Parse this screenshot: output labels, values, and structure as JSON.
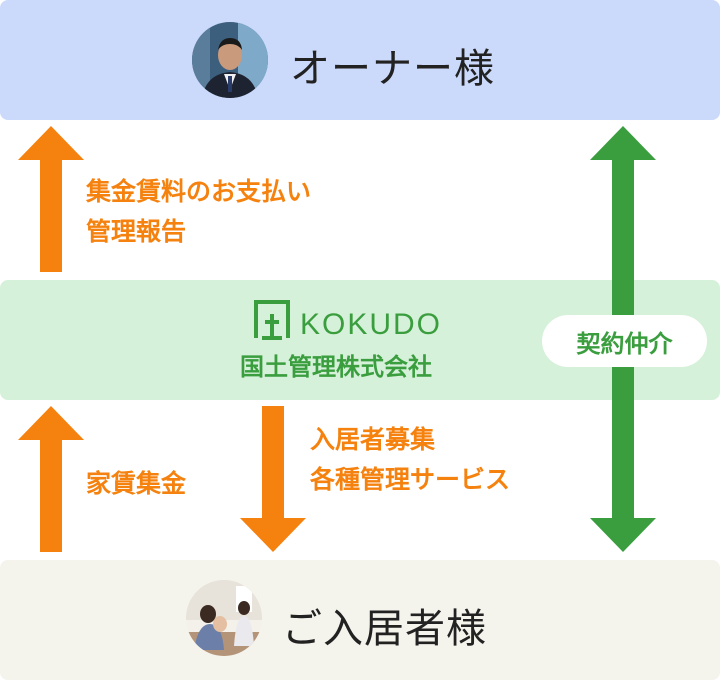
{
  "owner": {
    "label": "オーナー様"
  },
  "tenant": {
    "label": "ご入居者様"
  },
  "company": {
    "logo_text": "KOKUDO",
    "name": "国土管理株式会社"
  },
  "flows": {
    "company_to_owner": [
      "集金賃料のお支払い",
      "管理報告"
    ],
    "tenant_to_company": [
      "家賃集金"
    ],
    "company_to_tenant": [
      "入居者募集",
      "各種管理サービス"
    ]
  },
  "contract": {
    "label": "契約仲介"
  },
  "colors": {
    "owner_band": "#cbd9fb",
    "company_band": "#d6f1d9",
    "tenant_band": "#f4f3ec",
    "orange": "#f5820f",
    "green": "#3a9e3f"
  },
  "icons": {
    "owner_avatar": "businessman-photo",
    "tenant_avatar": "family-photo",
    "logo_mark": "kokudo-house-mark"
  }
}
